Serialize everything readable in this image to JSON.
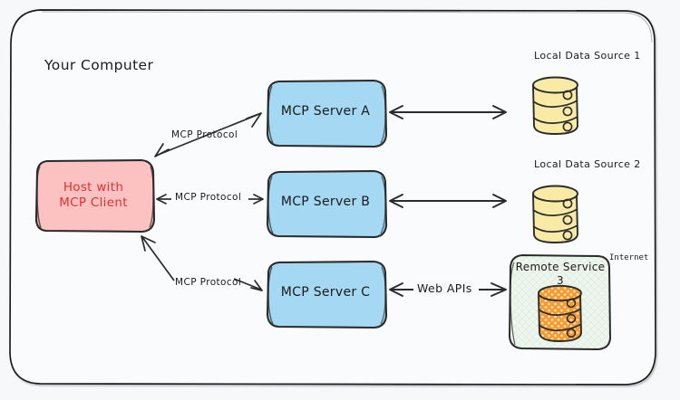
{
  "diagram": {
    "title": "MCP Architecture Overview",
    "style": "hand-drawn sketch",
    "background_color": "#f7f8fa"
  },
  "container": {
    "label": "Your Computer",
    "fill": "#fafbfc",
    "stroke": "#1f1f1f"
  },
  "nodes": {
    "host": {
      "label": "Host with\nMCP Client",
      "fill": "#fcc2c2",
      "text_color": "#e03131",
      "stroke": "#2b2b2b"
    },
    "server_a": {
      "label": "MCP Server A",
      "fill": "#a5d8f3",
      "text_color": "#1b1b1b",
      "stroke": "#2b2b2b"
    },
    "server_b": {
      "label": "MCP Server B",
      "fill": "#a5d8f3",
      "text_color": "#1b1b1b",
      "stroke": "#2b2b2b"
    },
    "server_c": {
      "label": "MCP Server C",
      "fill": "#a5d8f3",
      "text_color": "#1b1b1b",
      "stroke": "#2b2b2b"
    },
    "remote_service": {
      "label": "Remote Service 3",
      "fill": "#eef7ee",
      "text_color": "#1b1b1b",
      "stroke": "#2b2b2b",
      "badge": "Internet"
    }
  },
  "data_sources": {
    "local_1": {
      "caption": "Local Data Source 1",
      "fill": "#f9eba6",
      "stroke": "#2b2b2b"
    },
    "local_2": {
      "caption": "Local Data Source 2",
      "fill": "#f9eba6",
      "stroke": "#2b2b2b"
    },
    "remote_3": {
      "fill": "#f79a2b",
      "pattern": "crosshatch",
      "stroke": "#2b2b2b"
    }
  },
  "edges": [
    {
      "label": "MCP Protocol",
      "from": "host",
      "to": "server_a",
      "arrow": "both"
    },
    {
      "label": "MCP Protocol",
      "from": "host",
      "to": "server_b",
      "arrow": "both"
    },
    {
      "label": "MCP Protocol",
      "from": "host",
      "to": "server_c",
      "arrow": "both"
    },
    {
      "label": "",
      "from": "server_a",
      "to": "local_1",
      "arrow": "both"
    },
    {
      "label": "",
      "from": "server_b",
      "to": "local_2",
      "arrow": "both"
    },
    {
      "label": "Web APIs",
      "from": "server_c",
      "to": "remote_service",
      "arrow": "both"
    }
  ],
  "labels": {
    "your_computer": "Your Computer",
    "local_data_source_1": "Local Data Source 1",
    "local_data_source_2": "Local Data Source 2",
    "internet": "Internet",
    "mcp_protocol_a": "MCP Protocol",
    "mcp_protocol_b": "MCP Protocol",
    "mcp_protocol_c": "MCP Protocol",
    "web_apis": "Web APIs",
    "host": "Host with\nMCP Client",
    "server_a": "MCP Server A",
    "server_b": "MCP Server B",
    "server_c": "MCP Server C",
    "remote_service": "Remote Service 3"
  }
}
